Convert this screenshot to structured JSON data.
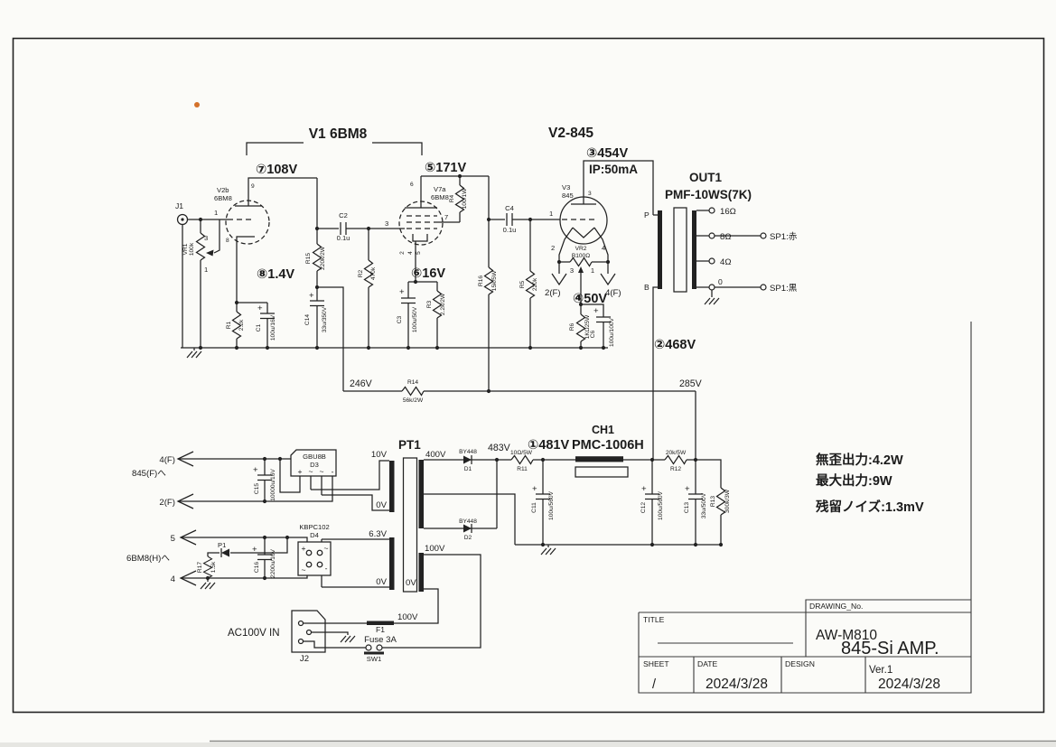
{
  "page": {
    "bg": "#fbfbf8",
    "ink": "#222222",
    "artifact_dot_color": "#d4722a",
    "plus": "+"
  },
  "pins": {
    "1": "1",
    "2": "2",
    "3": "3",
    "4": "4",
    "5": "5",
    "6": "6",
    "7": "7",
    "8": "8",
    "9": "9"
  },
  "headings": {
    "v1": "V1 6BM8",
    "v2": "V2-845"
  },
  "input_stage": {
    "j1": "J1",
    "vr1": "VR1",
    "vr1_val": "100k",
    "tube": "V2b",
    "tube_type": "6BM8",
    "plate_callout": "⑦108V",
    "cathode_callout": "⑧1.4V",
    "r1": "R1",
    "r1_val": "2.2k",
    "c1": "C1",
    "c1_val": "100u/16V",
    "r15": "R15",
    "r15_val": "220k/2W",
    "c14": "C14",
    "c14_val": "33u/350V",
    "c2": "C2",
    "c2_val": "0.1u",
    "r2": "R2",
    "r2_val": "470k"
  },
  "driver_stage": {
    "tube": "V7a",
    "tube_type": "6BM8",
    "plate_callout": "⑤171V",
    "cathode_callout": "⑥16V",
    "r4": "R4",
    "r4_val": "100/1W",
    "c3": "C3",
    "c3_val": "100u/50V",
    "r3": "R3",
    "r3_val": "2.2k/2W",
    "r16": "R16",
    "r16_val": "15k/5W",
    "c4": "C4",
    "c4_val": "0.1u",
    "r5": "R5",
    "r5_val": "220k"
  },
  "output_stage": {
    "tube": "V3",
    "tube_type": "845",
    "plate_callout": "③454V",
    "plate_current": "IP:50mA",
    "cathode_callout": "④50V",
    "vr2": "VR2",
    "vr2_val": "B100Ω",
    "r6": "R6",
    "r6_val": "1KΩ25W",
    "c6": "C6",
    "c6_val": "100u/100V",
    "f2": "2(F)",
    "f4": "4(F)"
  },
  "output_transformer": {
    "name": "OUT1",
    "model": "PMF-10WS(7K)",
    "p": "P",
    "b": "B",
    "b_callout": "②468V",
    "taps": {
      "t16": "16Ω",
      "t8": "8Ω",
      "t4": "4Ω",
      "t0": "0"
    },
    "sp_red": "SP1:赤",
    "sp_black": "SP1:黒"
  },
  "bplus": {
    "v246": "246V",
    "r14": "R14",
    "r14_val": "56k/2W",
    "v285": "285V"
  },
  "power_supply": {
    "pt1": "PT1",
    "v10": "10V",
    "v0": "0V",
    "v63": "6.3V",
    "v400": "400V",
    "v100": "100V",
    "d1_type": "BY448",
    "d1": "D1",
    "d2_type": "BY448",
    "d2": "D2",
    "v483": "483V",
    "r11": "R11",
    "r11_val": "10Ω/5W",
    "callout": "①481V",
    "ch1": "CH1",
    "ch1_model": "PMC-1006H",
    "r12": "R12",
    "r12_val": "20k/5W",
    "c11": "C11",
    "c11_val": "100u/560V",
    "c12": "C12",
    "c12_val": "100u/560V",
    "c13": "C13",
    "c13_val": "33u/500V",
    "r13": "R13",
    "r13_val": "300k/3W"
  },
  "heater_supply": {
    "f4": "4(F)",
    "to_845": "845(F)へ",
    "f2": "2(F)",
    "c15": "C15",
    "c15_val": "10000u/16V",
    "d3_type": "GBU8B",
    "d3": "D3",
    "p5": "5",
    "to_6bm8": "6BM8(H)へ",
    "p4": "4",
    "r17": "R17",
    "r17_val": "1.5k",
    "pl1": "P1",
    "c16": "C16",
    "c16_val": "2200u/16V",
    "d4_type": "KBPC102",
    "d4": "D4",
    "tilde": "~",
    "minus": "-"
  },
  "mains": {
    "input": "AC100V IN",
    "j2": "J2",
    "f1": "F1",
    "fuse": "Fuse 3A",
    "sw1": "SW1"
  },
  "specs": {
    "line1": "無歪出力:4.2W",
    "line2": "最大出力:9W",
    "line3": "残留ノイズ:1.3mV"
  },
  "title_block": {
    "title_label": "TITLE",
    "drawing_no_label": "DRAWING_No.",
    "drawing_no": "AW-M810",
    "drawing_name": "845-Si AMP.",
    "sheet_label": "SHEET",
    "sheet_value": "/",
    "date_label": "DATE",
    "date_value": "2024/3/28",
    "design_label": "DESIGN",
    "version": "Ver.1",
    "version_date": "2024/3/28"
  }
}
